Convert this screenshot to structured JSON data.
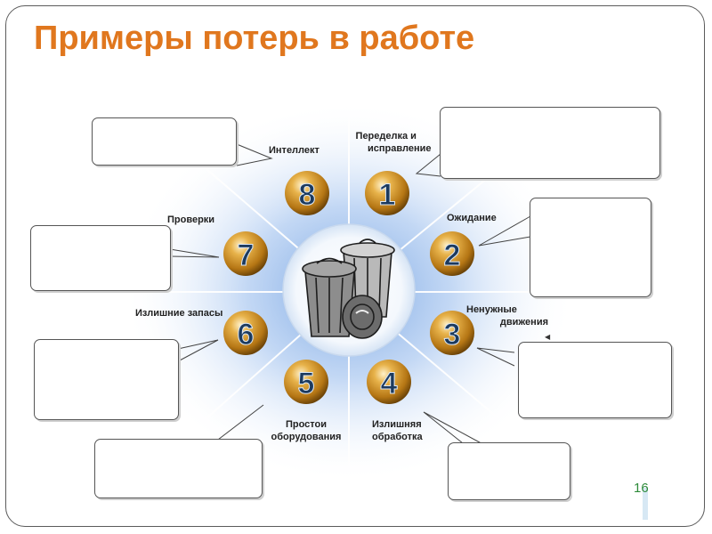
{
  "title": "Примеры потерь в работе",
  "slide_number": "16",
  "losses": [
    {
      "number": "1",
      "label_lines": [
        "Переделка и",
        "исправление"
      ]
    },
    {
      "number": "2",
      "label_lines": [
        "Ожидание"
      ]
    },
    {
      "number": "3",
      "label_lines": [
        "Ненужные",
        "движения"
      ]
    },
    {
      "number": "4",
      "label_lines": [
        "Излишняя",
        "обработка"
      ]
    },
    {
      "number": "5",
      "label_lines": [
        "Простои",
        "оборудования"
      ]
    },
    {
      "number": "6",
      "label_lines": [
        "Излишние запасы"
      ]
    },
    {
      "number": "7",
      "label_lines": [
        "Проверки"
      ]
    },
    {
      "number": "8",
      "label_lines": [
        "Интеллект"
      ]
    }
  ],
  "colors": {
    "title": "#e0771e",
    "ball": "#c7902a",
    "number": "#1c3a5e",
    "glow": "#8fb4e6",
    "slide_number": "#2e8b3a"
  },
  "center_image": "trash-bins-icon"
}
